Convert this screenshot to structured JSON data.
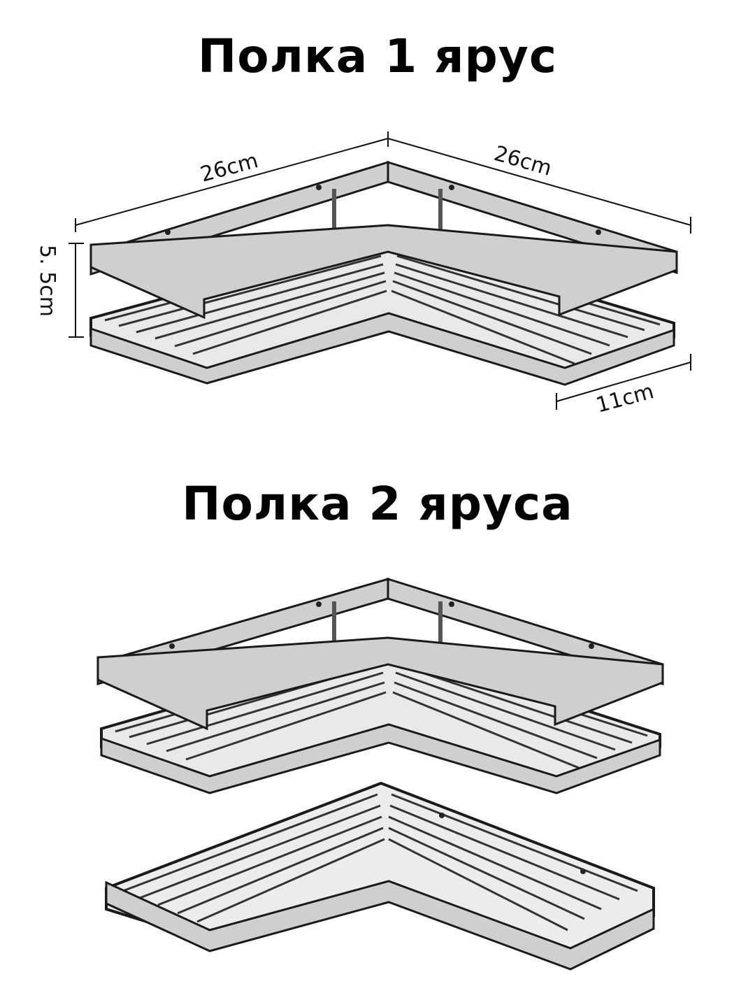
{
  "titles": {
    "single": "Полка 1 ярус",
    "double": "Полка 2 яруса"
  },
  "dimensions": {
    "left_length": "26cm",
    "right_length": "26cm",
    "height": "5. 5cm",
    "depth": "11cm"
  },
  "colors": {
    "text": "#000000",
    "metal_light": "#e6e6e6",
    "metal_dark": "#1a1a1a"
  }
}
